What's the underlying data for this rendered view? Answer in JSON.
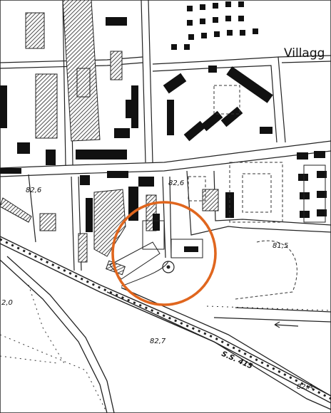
{
  "map": {
    "place_label": "Villagg",
    "elevations": [
      "82,6",
      "82,6",
      "81,5",
      "82,7",
      "82,A",
      "2,0"
    ],
    "road_label": "S.S. 415",
    "highlight_color": "#E0661E"
  }
}
